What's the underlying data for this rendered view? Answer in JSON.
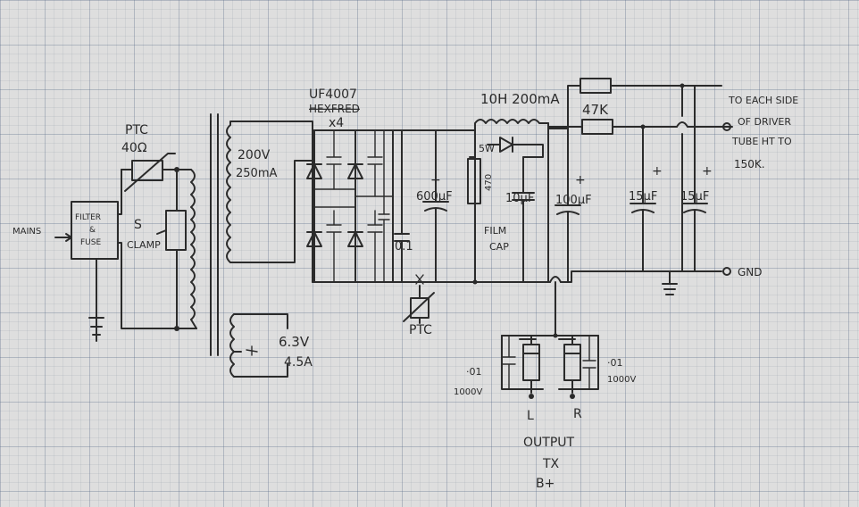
{
  "labels": {
    "mains": "MAINS",
    "filter_l1": "FILTER",
    "filter_l2": "&",
    "filter_l3": "FUSE",
    "ptc_top": "PTC",
    "ptc_top_value": "40Ω",
    "s_clamp_s": "S",
    "s_clamp_clamp": "CLAMP",
    "sec_hv_v": "200V",
    "sec_hv_i": "250mA",
    "sec_lv_v": "6.3V",
    "sec_lv_i": "4.5A",
    "diode_type": "UF4007",
    "diode_struck": "HEXFRED",
    "diode_qty": "x4",
    "cap_01": "0.1",
    "ptc_bottom": "PTC",
    "cap_600": "600μF",
    "resistor_5w": "5W",
    "resistor_value": "470",
    "cap_10": "10μF",
    "film_cap_1": "FILM",
    "film_cap_2": "CAP",
    "choke": "10H 200mA",
    "cap_100": "100μF",
    "resistor_47k": "47K",
    "cap_15a": "15μF",
    "cap_15b": "15μF",
    "note_1": "TO EACH SIDE",
    "note_2": "OF DRIVER",
    "note_3": "TUBE HT TO",
    "note_4": "150K.",
    "gnd": "GND",
    "out_cap_left": "·01",
    "out_cap_left_v": "1000V",
    "out_cap_right": "·01",
    "out_cap_right_v": "1000V",
    "out_l": "L",
    "out_r": "R",
    "output_tx": "OUTPUT",
    "tx": "TX",
    "bplus": "B+"
  }
}
